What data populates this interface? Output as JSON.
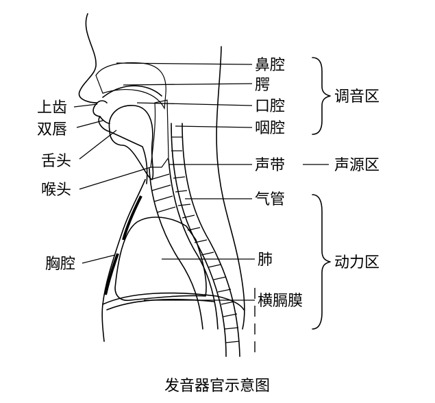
{
  "title": "发音器官示意图",
  "labels": {
    "bi_qiang": "鼻腔",
    "e": "腭",
    "kou_qiang": "口腔",
    "yan_qiang": "咽腔",
    "sheng_dai": "声带",
    "qi_guan": "气管",
    "fei": "肺",
    "heng_ge_mo": "横膈膜",
    "shang_chi": "上齿",
    "shuang_chun": "双唇",
    "she_tou": "舌头",
    "hou_tou": "喉头",
    "xiong_qiang": "胸腔"
  },
  "zones": {
    "tiao_yin": "调音区",
    "sheng_yuan": "声源区",
    "dong_li": "动力区"
  }
}
